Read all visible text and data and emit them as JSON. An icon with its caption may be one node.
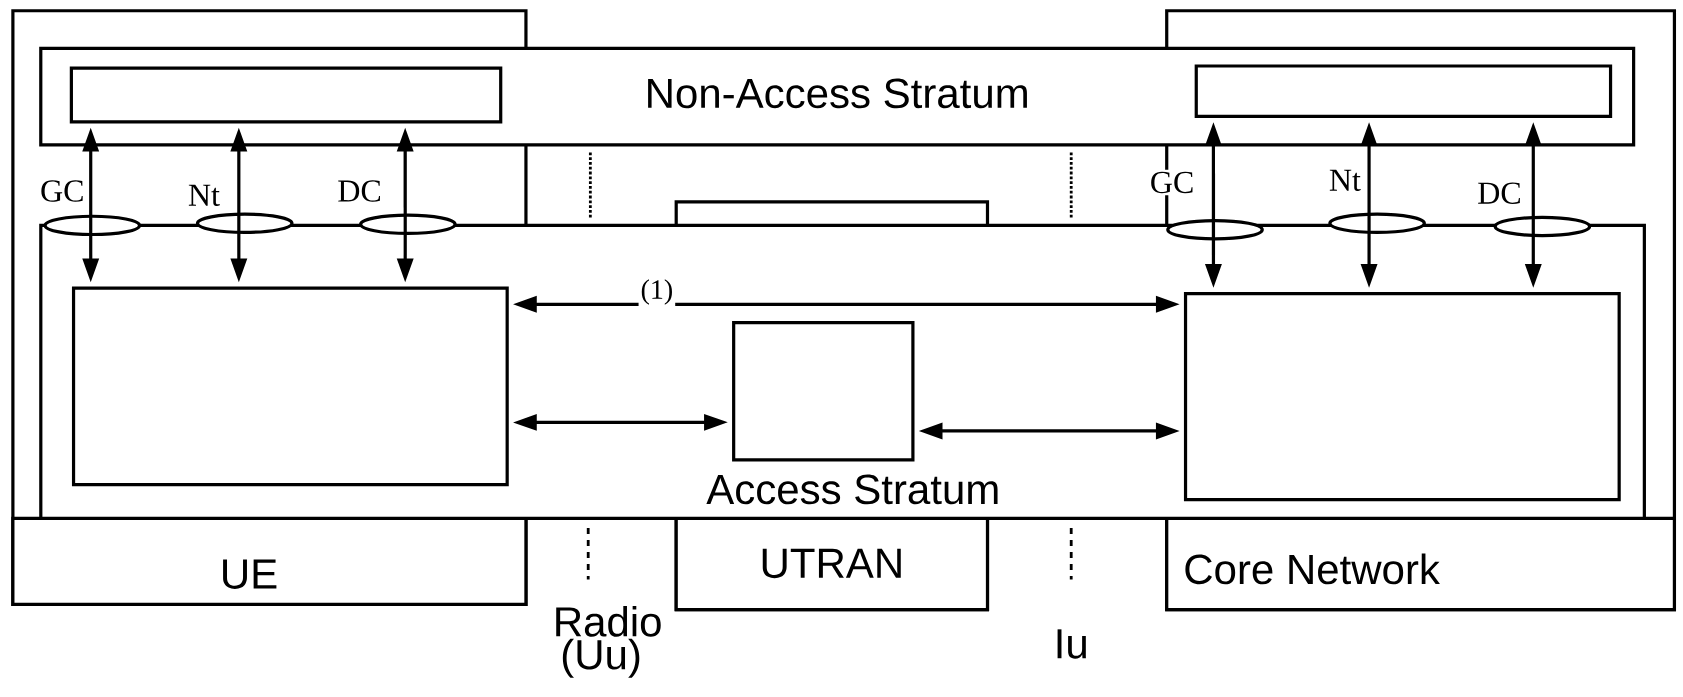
{
  "diagram": {
    "nodes": [
      {
        "text": [
          "UE"
        ]
      },
      {
        "text": [
          "UTRAN"
        ]
      },
      {
        "text": [
          "Core Network"
        ]
      },
      {
        "text": [
          "Non-Access Stratum"
        ]
      },
      {
        "text": [
          "Access Stratum"
        ]
      },
      {
        "text": [],
        "shape": "box",
        "in": 3
      },
      {
        "text": [],
        "shape": "box",
        "in": 3
      },
      {
        "text": [],
        "shape": "box",
        "in": 4
      },
      {
        "text": [],
        "shape": "box",
        "in": 4
      },
      {
        "text": [],
        "shape": "box",
        "in": 4
      },
      {
        "text": [],
        "shape": "ellipse",
        "beside": [
          "GC"
        ]
      },
      {
        "text": [],
        "shape": "ellipse",
        "beside": [
          "Nt"
        ]
      },
      {
        "text": [],
        "shape": "ellipse",
        "beside": [
          "DC"
        ]
      },
      {
        "text": [],
        "shape": "ellipse",
        "beside": [
          "GC"
        ]
      },
      {
        "text": [],
        "shape": "ellipse",
        "beside": [
          "Nt"
        ]
      },
      {
        "text": [],
        "shape": "ellipse",
        "beside": [
          "DC"
        ]
      }
    ],
    "edges": [
      {
        "from": 5,
        "to": 7,
        "arrow": "both"
      },
      {
        "from": 5,
        "to": 7,
        "arrow": "both"
      },
      {
        "from": 5,
        "to": 7,
        "arrow": "both"
      },
      {
        "from": 6,
        "to": 9,
        "arrow": "both"
      },
      {
        "from": 6,
        "to": 9,
        "arrow": "both"
      },
      {
        "from": 6,
        "to": 9,
        "arrow": "both"
      },
      {
        "from": 7,
        "to": 9,
        "arrow": "both",
        "label": "(1)"
      },
      {
        "from": 7,
        "to": 8,
        "arrow": "both"
      },
      {
        "from": 8,
        "to": 9,
        "arrow": "both"
      }
    ],
    "labels": [
      "Radio (Uu)",
      "Iu"
    ]
  }
}
